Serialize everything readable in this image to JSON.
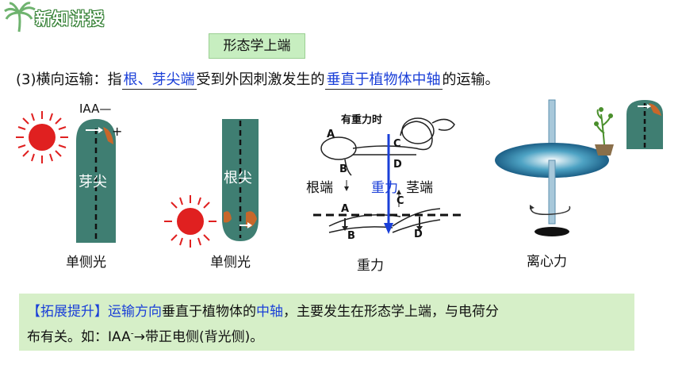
{
  "header": {
    "title": "新知讲授"
  },
  "tip": {
    "text": "形态学上端"
  },
  "line1": {
    "prefix": "(3)横向运输：指",
    "blank1": "根、芽尖端",
    "middle": "受到外因刺激发生的",
    "blank2": "垂直于植物体中轴",
    "suffix": "的运输。"
  },
  "fig1": {
    "iaa": "IAA",
    "minus": "—",
    "plus": "+",
    "label": "芽尖",
    "caption": "单侧光"
  },
  "fig2": {
    "label": "根尖",
    "caption": "单侧光"
  },
  "fig3": {
    "header": "有重力时",
    "root": "根端",
    "gravity": "重力",
    "stem": "茎端",
    "caption": "重力",
    "a": "A",
    "b": "B",
    "c": "C",
    "d": "D"
  },
  "fig4": {
    "caption": "离心力"
  },
  "note": {
    "tag": "【拓展提升】",
    "part1": "运输方向",
    "part2": "垂直于植物体的",
    "part3": "中轴",
    "part4": "，主要发生在形态学上端，与电荷分",
    "line2_a": "布有关。如：IAA",
    "line2_sup": "-",
    "line2_b": "→带正电侧(背光侧)。"
  },
  "colors": {
    "stem": "#3f7e72",
    "sun": "#e02020",
    "note_bg": "#d6efc8",
    "accent": "#1a3fd8"
  }
}
